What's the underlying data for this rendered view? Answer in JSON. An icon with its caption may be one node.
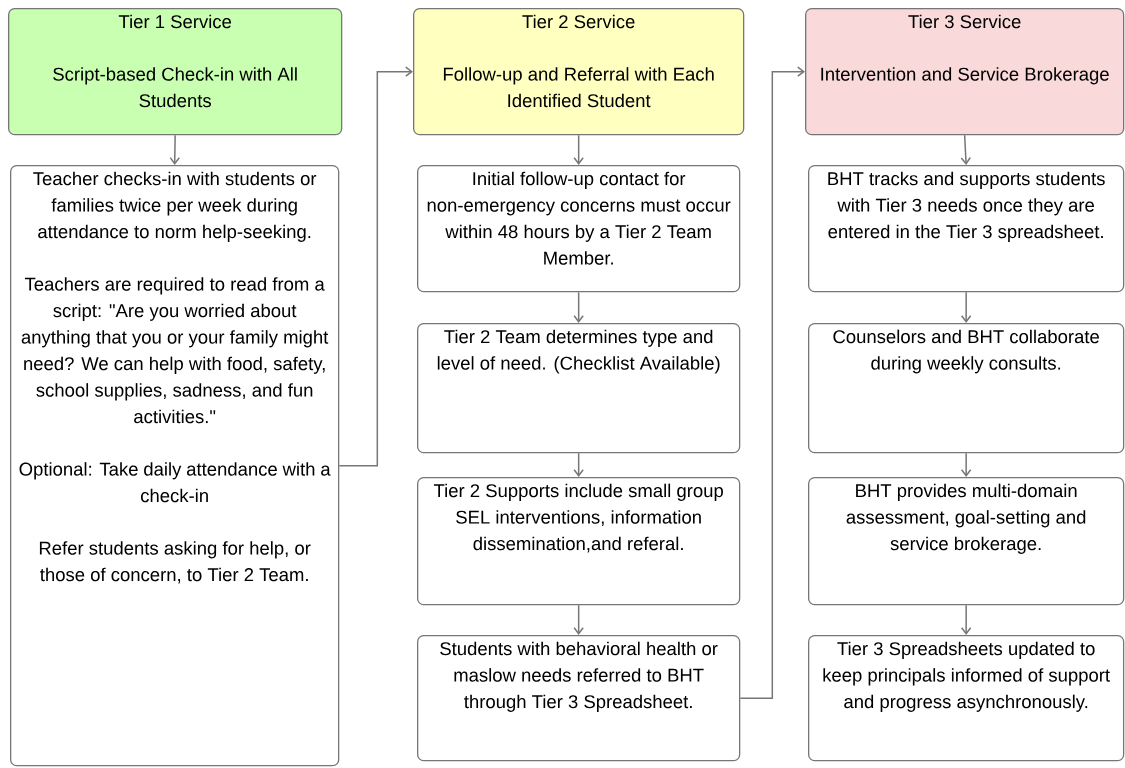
{
  "diagram": {
    "nodes": [
      {
        "text": [
          "Tier 1 Service",
          "Script-based Check-in with All Students"
        ]
      },
      {
        "text": [
          "Teacher checks-in with students or families twice per week during attendance to norm help-seeking.",
          "Teachers are required to read from a script: \"Are you worried about anything that you or your family might need? We can help with food, safety, school supplies, sadness, and fun activities.\"",
          "Optional: Take daily attendance with a check-in",
          "Refer students asking for help, or those of concern, to Tier 2 Team."
        ]
      },
      {
        "text": [
          "Tier 2 Service",
          "Follow-up and Referral with Each Identified Student"
        ]
      },
      {
        "text": [
          "Initial follow-up contact for non-emergency concerns must occur within 48 hours by a Tier 2 Team Member."
        ]
      },
      {
        "text": [
          "Tier 2 Team determines type and level of need. (Checklist Available)"
        ]
      },
      {
        "text": [
          "Tier 2 Supports include small group SEL interventions, information dissemination,and referal."
        ]
      },
      {
        "text": [
          "Students with behavioral health or maslow needs referred to BHT through Tier 3 Spreadsheet."
        ]
      },
      {
        "text": [
          "Tier 3 Service",
          "Intervention and Service Brokerage"
        ]
      },
      {
        "text": [
          "BHT tracks and supports students with Tier 3 needs once they are entered in the Tier 3 spreadsheet."
        ]
      },
      {
        "text": [
          "Counselors and BHT collaborate during weekly consults."
        ]
      },
      {
        "text": [
          "BHT provides multi-domain assessment, goal-setting and service brokerage."
        ]
      },
      {
        "text": [
          "Tier 3 Spreadsheets updated to keep principals informed of support and progress asynchronously."
        ]
      }
    ],
    "edges": [
      {
        "from": 0,
        "to": 1,
        "arrow": "to"
      },
      {
        "from": 1,
        "to": 2,
        "arrow": "to"
      },
      {
        "from": 2,
        "to": 3,
        "arrow": "to"
      },
      {
        "from": 3,
        "to": 4,
        "arrow": "to"
      },
      {
        "from": 4,
        "to": 5,
        "arrow": "to"
      },
      {
        "from": 5,
        "to": 6,
        "arrow": "to"
      },
      {
        "from": 6,
        "to": 7,
        "arrow": "to"
      },
      {
        "from": 7,
        "to": 8,
        "arrow": "to"
      },
      {
        "from": 8,
        "to": 9,
        "arrow": "to"
      },
      {
        "from": 9,
        "to": 10,
        "arrow": "to"
      },
      {
        "from": 10,
        "to": 11,
        "arrow": "to"
      }
    ]
  }
}
